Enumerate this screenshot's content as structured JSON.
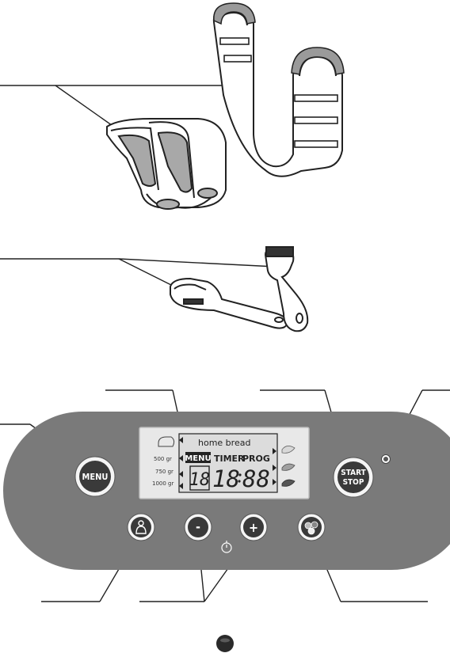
{
  "panel": {
    "menu_button_label": "MENU",
    "start_stop_line1": "START",
    "start_stop_line2": "STOP",
    "minus_label": "-",
    "plus_label": "+"
  },
  "display": {
    "brand": "home bread",
    "menu_label": "MENU",
    "timer_label": "TIMER",
    "prog_label": "PROG",
    "weights": [
      "500 gr",
      "750 gr",
      "1000 gr"
    ],
    "program_digits": "18",
    "time_hours": "18",
    "time_minutes": "88"
  },
  "icons": {
    "accessory_1": "oven-mitts-and-kneading-hook",
    "accessory_2": "cleaning-brush",
    "weight_icon": "bread-loaf-icon",
    "color_icon": "crust-color-icon",
    "keep_warm_icon": "person-icon",
    "timer_icon": "stopwatch-icon",
    "led": "indicator-light"
  },
  "colors": {
    "panel": "#777777",
    "lcd": "#dcdcdc",
    "button": "#3a3a3a",
    "outline": "#222222"
  }
}
